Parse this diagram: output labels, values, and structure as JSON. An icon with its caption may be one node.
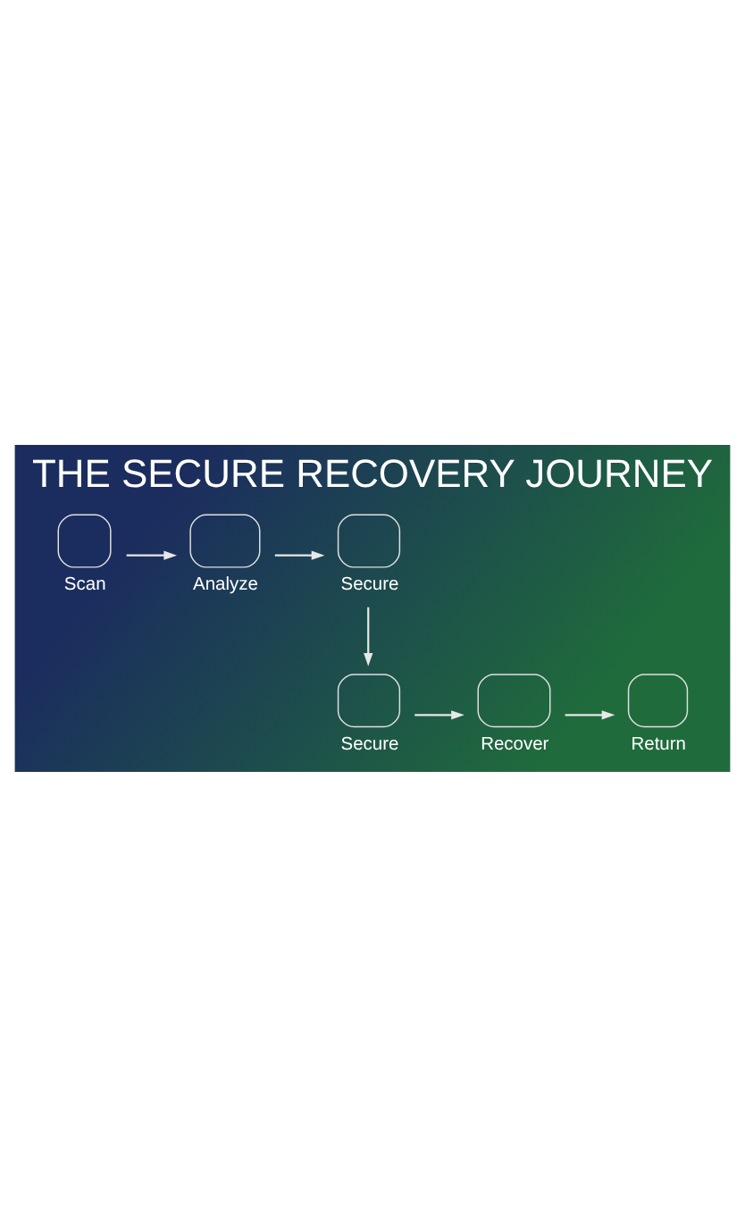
{
  "diagram": {
    "title": "THE SECURE RECOVERY JOURNEY",
    "nodes": [
      {
        "text": [
          "Scan"
        ]
      },
      {
        "text": [
          "Analyze"
        ]
      },
      {
        "text": [
          "Secure"
        ]
      },
      {
        "text": [
          "Secure"
        ]
      },
      {
        "text": [
          "Recover"
        ]
      },
      {
        "text": [
          "Return"
        ]
      }
    ],
    "edges": [
      {
        "from": 0,
        "to": 1,
        "arrow": "to"
      },
      {
        "from": 1,
        "to": 2,
        "arrow": "to"
      },
      {
        "from": 2,
        "to": 3,
        "arrow": "to"
      },
      {
        "from": 3,
        "to": 4,
        "arrow": "to"
      },
      {
        "from": 4,
        "to": 5,
        "arrow": "to"
      }
    ]
  }
}
